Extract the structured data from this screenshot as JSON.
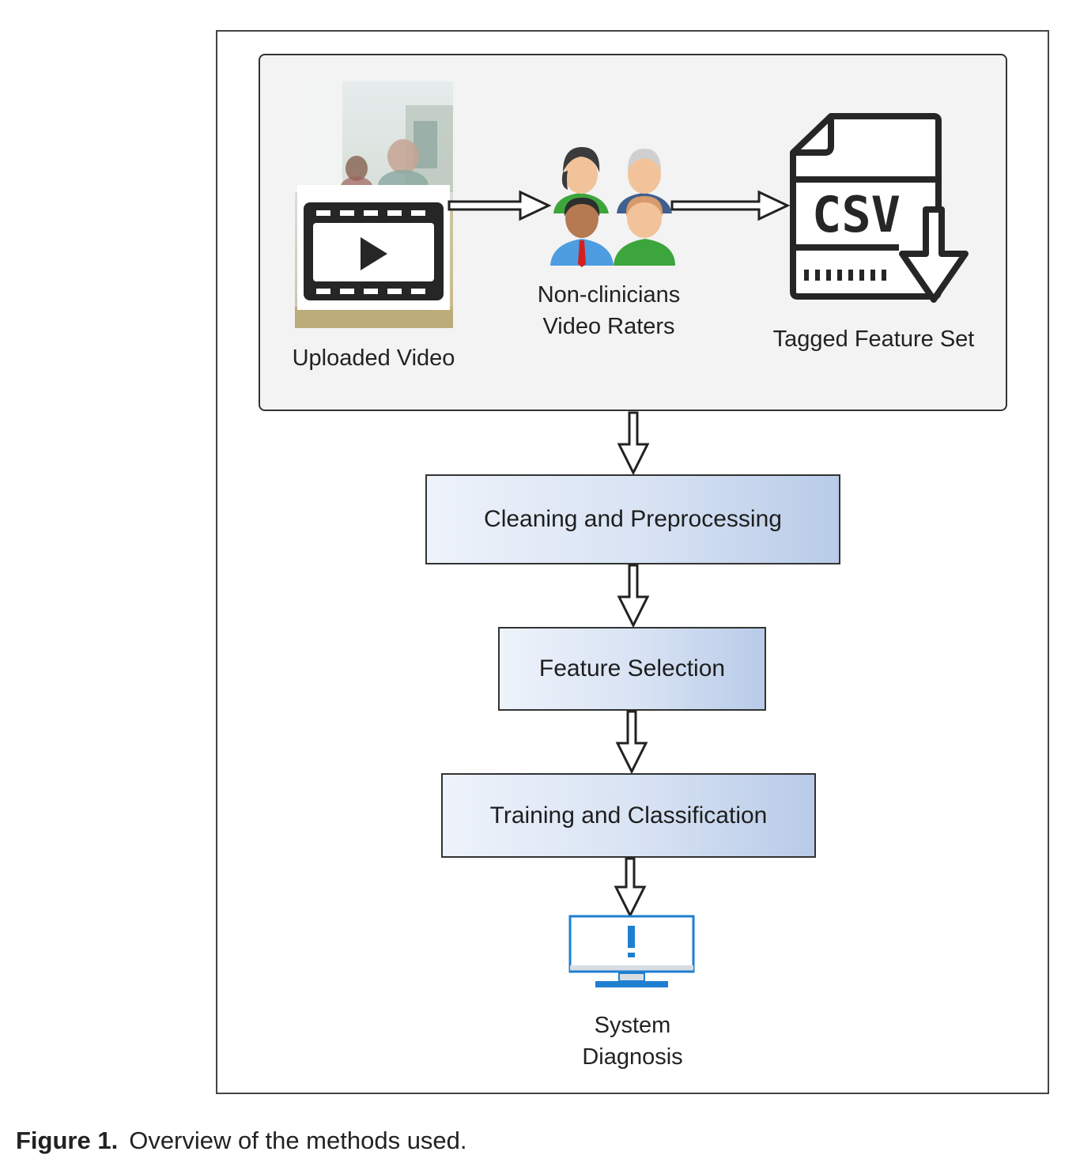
{
  "diagram": {
    "top_panel": {
      "uploaded_video": {
        "label": "Uploaded Video",
        "icon": "video-play-icon"
      },
      "raters": {
        "label_line1": "Non-clinicians",
        "label_line2": "Video Raters",
        "icon": "people-group-icon"
      },
      "feature_set": {
        "label": "Tagged Feature Set",
        "icon": "csv-file-download-icon",
        "icon_text": "CSV"
      }
    },
    "steps": [
      {
        "label": "Cleaning and Preprocessing"
      },
      {
        "label": "Feature Selection"
      },
      {
        "label": "Training and Classification"
      }
    ],
    "output": {
      "label_line1": "System",
      "label_line2": "Diagnosis",
      "icon": "monitor-alert-icon"
    },
    "colors": {
      "box_gradient_start": "#eef3fb",
      "box_gradient_end": "#b8cbe8",
      "monitor": "#1f7fd1",
      "panel_bg": "#f3f3f3"
    }
  },
  "caption": {
    "figure_label": "Figure 1.",
    "text": "Overview of the methods used."
  }
}
